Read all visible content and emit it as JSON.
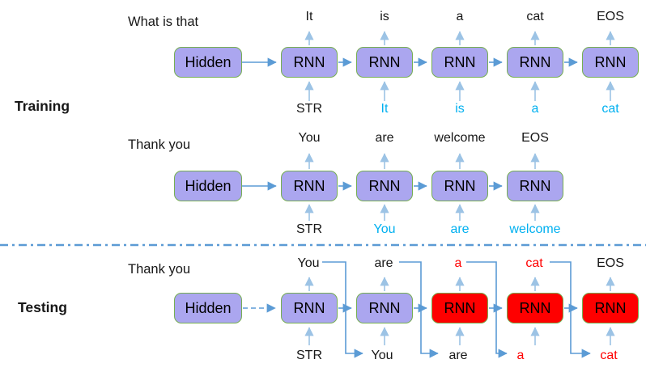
{
  "colors": {
    "box_purple": "#ABA6EF",
    "box_red": "#FE0000",
    "box_border": "#76AE52",
    "arrow_blue": "#5B9BD5",
    "arrow_light": "#9CC3E5",
    "text_cyan": "#00B0F0",
    "text_red": "#FF0000",
    "text_black": "#171717"
  },
  "sections": {
    "training_label": "Training",
    "testing_label": "Testing"
  },
  "rows": [
    {
      "name": "training-example-1",
      "source_text": "What is that",
      "hidden_label": "Hidden",
      "rnn_labels": [
        "RNN",
        "RNN",
        "RNN",
        "RNN",
        "RNN"
      ],
      "outputs": [
        "It",
        "is",
        "a",
        "cat",
        "EOS"
      ],
      "inputs": [
        "STR",
        "It",
        "is",
        "a",
        "cat"
      ]
    },
    {
      "name": "training-example-2",
      "source_text": "Thank you",
      "hidden_label": "Hidden",
      "rnn_labels": [
        "RNN",
        "RNN",
        "RNN",
        "RNN"
      ],
      "outputs": [
        "You",
        "are",
        "welcome",
        "EOS"
      ],
      "inputs": [
        "STR",
        "You",
        "are",
        "welcome"
      ]
    },
    {
      "name": "testing-example",
      "source_text": "Thank you",
      "hidden_label": "Hidden",
      "rnn_labels": [
        "RNN",
        "RNN",
        "RNN",
        "RNN",
        "RNN"
      ],
      "outputs": [
        "You",
        "are",
        "a",
        "cat",
        "EOS"
      ],
      "inputs": [
        "STR",
        "You",
        "are",
        "a",
        "cat"
      ]
    }
  ]
}
